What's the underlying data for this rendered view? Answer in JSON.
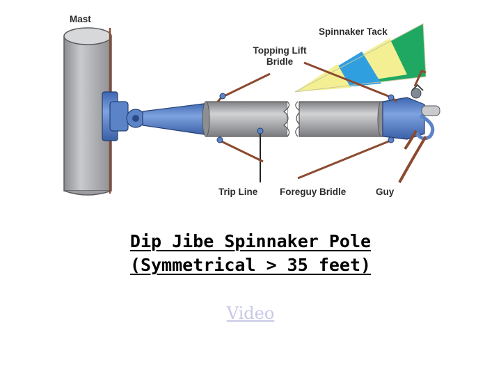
{
  "diagram": {
    "labels": {
      "mast": "Mast",
      "spinnaker_tack": "Spinnaker Tack",
      "topping_lift_bridle_line1": "Topping Lift",
      "topping_lift_bridle_line2": "Bridle",
      "trip_line": "Trip Line",
      "foreguy_bridle": "Foreguy Bridle",
      "guy": "Guy"
    },
    "colors": {
      "mast": "#a9aaad",
      "pole": "#9a9b9e",
      "fittings": "#5b84c8",
      "lines": "#8b4a2f",
      "sail_green": "#1fa862",
      "sail_yellow": "#f4ef92",
      "sail_blue": "#2f9fe0"
    }
  },
  "title": {
    "line1": "Dip Jibe Spinnaker Pole",
    "line2": "(Symmetrical > 35 feet)"
  },
  "link": {
    "label": "Video"
  }
}
